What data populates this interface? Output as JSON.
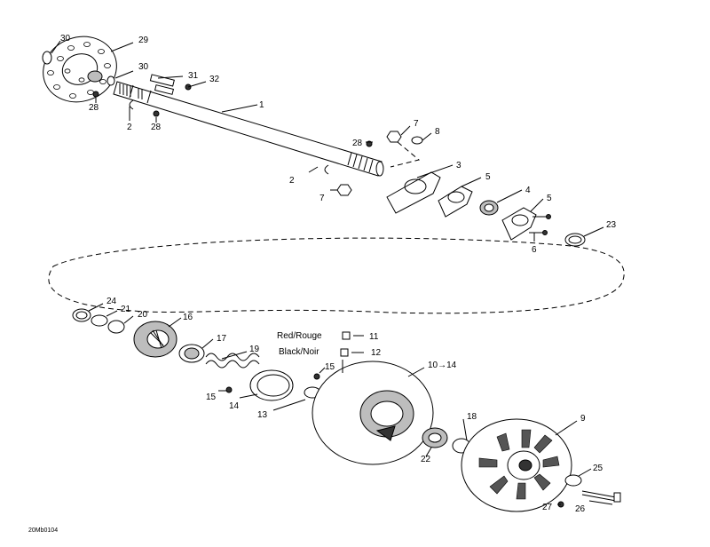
{
  "diagram": {
    "drawing_code": "20Mb0104",
    "callouts": {
      "c1": "1",
      "c2a": "2",
      "c2b": "2",
      "c3": "3",
      "c4": "4",
      "c5a": "5",
      "c5b": "5",
      "c6": "6",
      "c7a": "7",
      "c7b": "7",
      "c8": "8",
      "c9": "9",
      "c10_14": "10→14",
      "c11": "11",
      "c12": "12",
      "c13": "13",
      "c14": "14",
      "c15a": "15",
      "c15b": "15",
      "c16": "16",
      "c17": "17",
      "c18": "18",
      "c19": "19",
      "c20": "20",
      "c21": "21",
      "c22": "22",
      "c23": "23",
      "c24": "24",
      "c25": "25",
      "c26": "26",
      "c27": "27",
      "c28a": "28",
      "c28b": "28",
      "c28c": "28",
      "c29": "29",
      "c30a": "30",
      "c30b": "30",
      "c31": "31",
      "c32": "32"
    },
    "color_labels": {
      "red": "Red/Rouge",
      "black": "Black/Noir"
    }
  }
}
